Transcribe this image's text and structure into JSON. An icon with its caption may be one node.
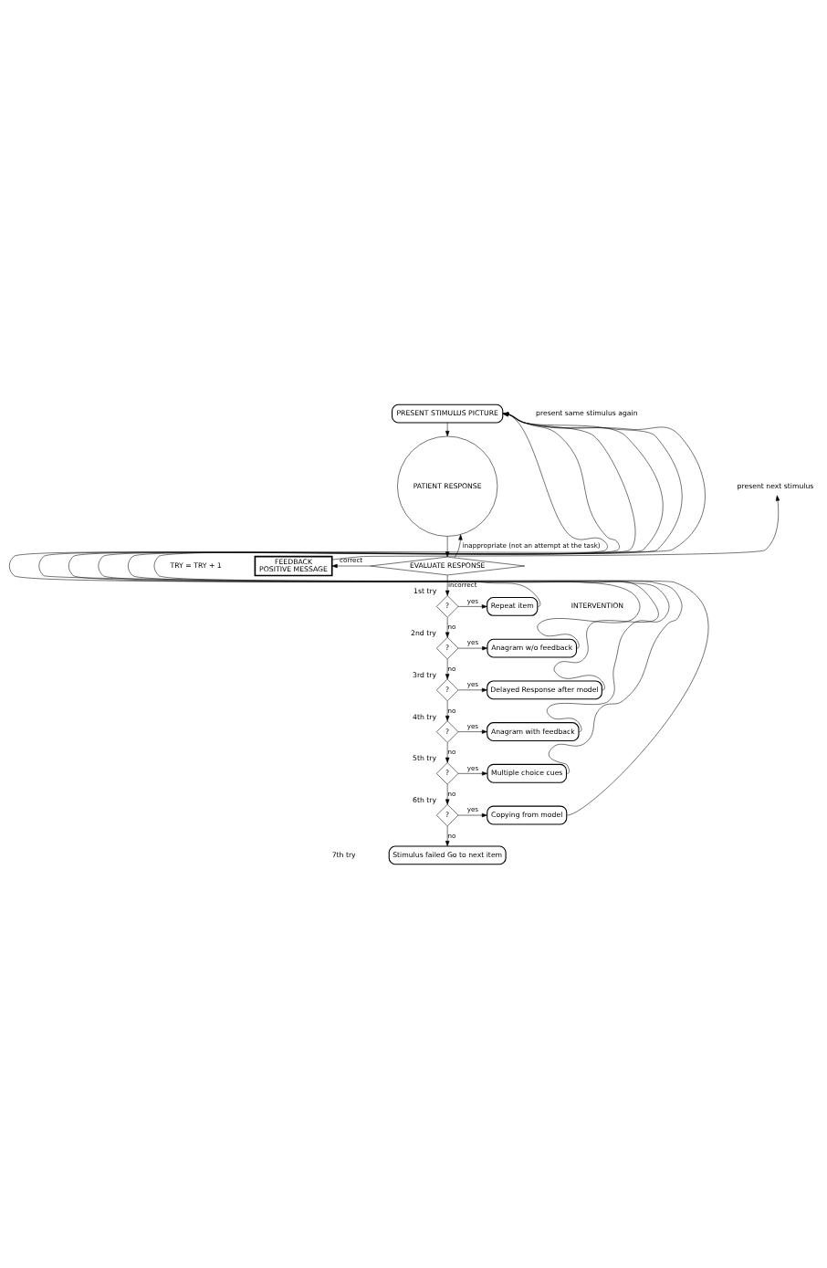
{
  "diagram": {
    "nodes": [
      {
        "text": [
          "PRESENT STIMULUS PICTURE"
        ]
      },
      {
        "text": [
          "PATIENT RESPONSE"
        ]
      },
      {
        "text": [
          "EVALUATE RESPONSE"
        ]
      },
      {
        "text": [
          "FEEDBACK",
          "POSITIVE MESSAGE"
        ]
      },
      {
        "text": [
          "present next stimulus"
        ]
      },
      {
        "text": [
          "?"
        ],
        "beside": [
          "1st try"
        ]
      },
      {
        "text": [
          "?"
        ],
        "beside": [
          "2nd try"
        ]
      },
      {
        "text": [
          "?"
        ],
        "beside": [
          "3rd try"
        ]
      },
      {
        "text": [
          "?"
        ],
        "beside": [
          "4th try"
        ]
      },
      {
        "text": [
          "?"
        ],
        "beside": [
          "5th try"
        ]
      },
      {
        "text": [
          "?"
        ],
        "beside": [
          "6th try"
        ]
      },
      {
        "text": [
          "Repeat item"
        ]
      },
      {
        "text": [
          "Anagram w/o feedback"
        ]
      },
      {
        "text": [
          "Delayed Response after model"
        ]
      },
      {
        "text": [
          "Anagram with feedback"
        ]
      },
      {
        "text": [
          "Multiple choice cues"
        ]
      },
      {
        "text": [
          "Copying from model"
        ]
      },
      {
        "text": [
          "Stimulus failed Go to next item"
        ]
      }
    ],
    "edges": [
      {
        "from": 0,
        "to": 1,
        "arrow": "to"
      },
      {
        "from": 1,
        "to": 2,
        "arrow": "to"
      },
      {
        "from": 2,
        "to": 3,
        "arrow": "to",
        "label": "correct"
      },
      {
        "from": 3,
        "to": 4,
        "arrow": "to"
      },
      {
        "from": 2,
        "to": 1,
        "arrow": "to",
        "label": "inappropriate (not an attempt at the task)"
      },
      {
        "from": 2,
        "to": 5,
        "arrow": "to",
        "label": "incorrect"
      },
      {
        "from": 5,
        "to": 11,
        "arrow": "to",
        "label": "yes"
      },
      {
        "from": 5,
        "to": 6,
        "arrow": "to",
        "label": "no"
      },
      {
        "from": 6,
        "to": 12,
        "arrow": "to",
        "label": "yes"
      },
      {
        "from": 6,
        "to": 7,
        "arrow": "to",
        "label": "no"
      },
      {
        "from": 7,
        "to": 13,
        "arrow": "to",
        "label": "yes"
      },
      {
        "from": 7,
        "to": 8,
        "arrow": "to",
        "label": "no"
      },
      {
        "from": 8,
        "to": 14,
        "arrow": "to",
        "label": "yes"
      },
      {
        "from": 8,
        "to": 9,
        "arrow": "to",
        "label": "no"
      },
      {
        "from": 9,
        "to": 15,
        "arrow": "to",
        "label": "yes"
      },
      {
        "from": 9,
        "to": 10,
        "arrow": "to",
        "label": "no"
      },
      {
        "from": 10,
        "to": 16,
        "arrow": "to",
        "label": "yes"
      },
      {
        "from": 10,
        "to": 17,
        "arrow": "to",
        "label": "no"
      },
      {
        "from": 11,
        "to": 0,
        "arrow": "to"
      },
      {
        "from": 12,
        "to": 0,
        "arrow": "to"
      },
      {
        "from": 13,
        "to": 0,
        "arrow": "to"
      },
      {
        "from": 14,
        "to": 0,
        "arrow": "to"
      },
      {
        "from": 15,
        "to": 0,
        "arrow": "to"
      },
      {
        "from": 16,
        "to": 0,
        "arrow": "to"
      }
    ],
    "labels": [
      "present same stimulus again",
      "TRY = TRY + 1",
      "INTERVENTION",
      "7th try"
    ]
  }
}
